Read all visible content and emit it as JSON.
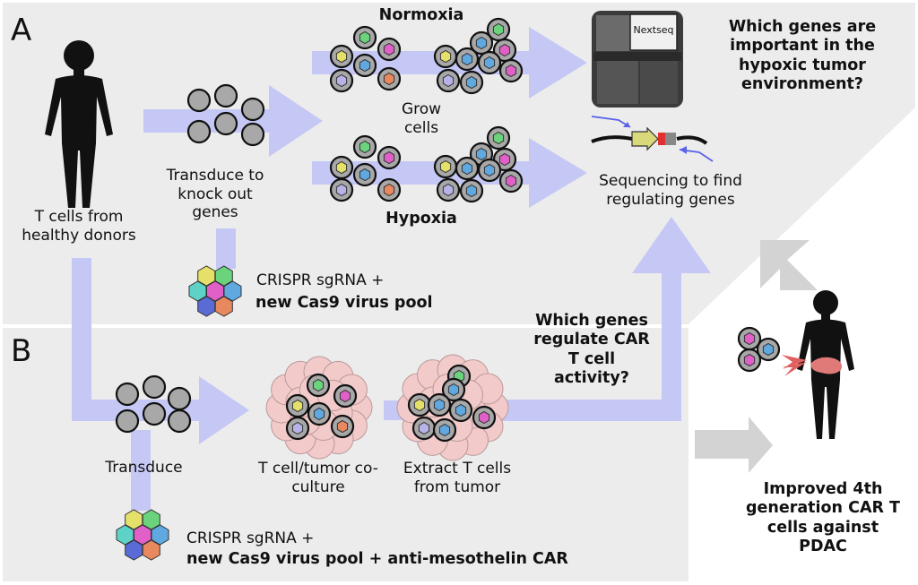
{
  "panel_a": {
    "letter": "A",
    "donors": "T cells from healthy donors",
    "transduce": "Transduce to knock out genes",
    "crispr_line1": "CRISPR sgRNA +",
    "crispr_line2": "new Cas9 virus pool",
    "normoxia": "Normoxia",
    "hypoxia": "Hypoxia",
    "grow": "Grow cells",
    "sequencer": "Nextseq",
    "sequencing": "Sequencing to find regulating genes",
    "question": "Which genes are important in the hypoxic tumor environment?"
  },
  "panel_b": {
    "letter": "B",
    "transduce": "Transduce",
    "coculture": "T cell/tumor co-culture",
    "extract": "Extract T cells from tumor",
    "question": "Which genes regulate CAR T cell activity?",
    "crispr_line1": "CRISPR sgRNA +",
    "crispr_line2": "new Cas9 virus pool + anti-mesothelin CAR"
  },
  "outcome": "Improved 4th generation CAR T cells against PDAC",
  "colors": {
    "panel_bg": "#ececec",
    "arrow": "#c5c8f4",
    "grey_arrow": "#d3d3d3",
    "tumor": "#f2caca",
    "hex_palette": [
      "#e5e06a",
      "#6ad37c",
      "#5fd2c8",
      "#e060c8",
      "#5fa8e0",
      "#5a6bd6",
      "#e8885f",
      "#b7b3e8"
    ]
  },
  "icons": [
    "human-silhouette-icon",
    "sequencer-icon",
    "dna-construct-icon",
    "tumor-icon"
  ]
}
